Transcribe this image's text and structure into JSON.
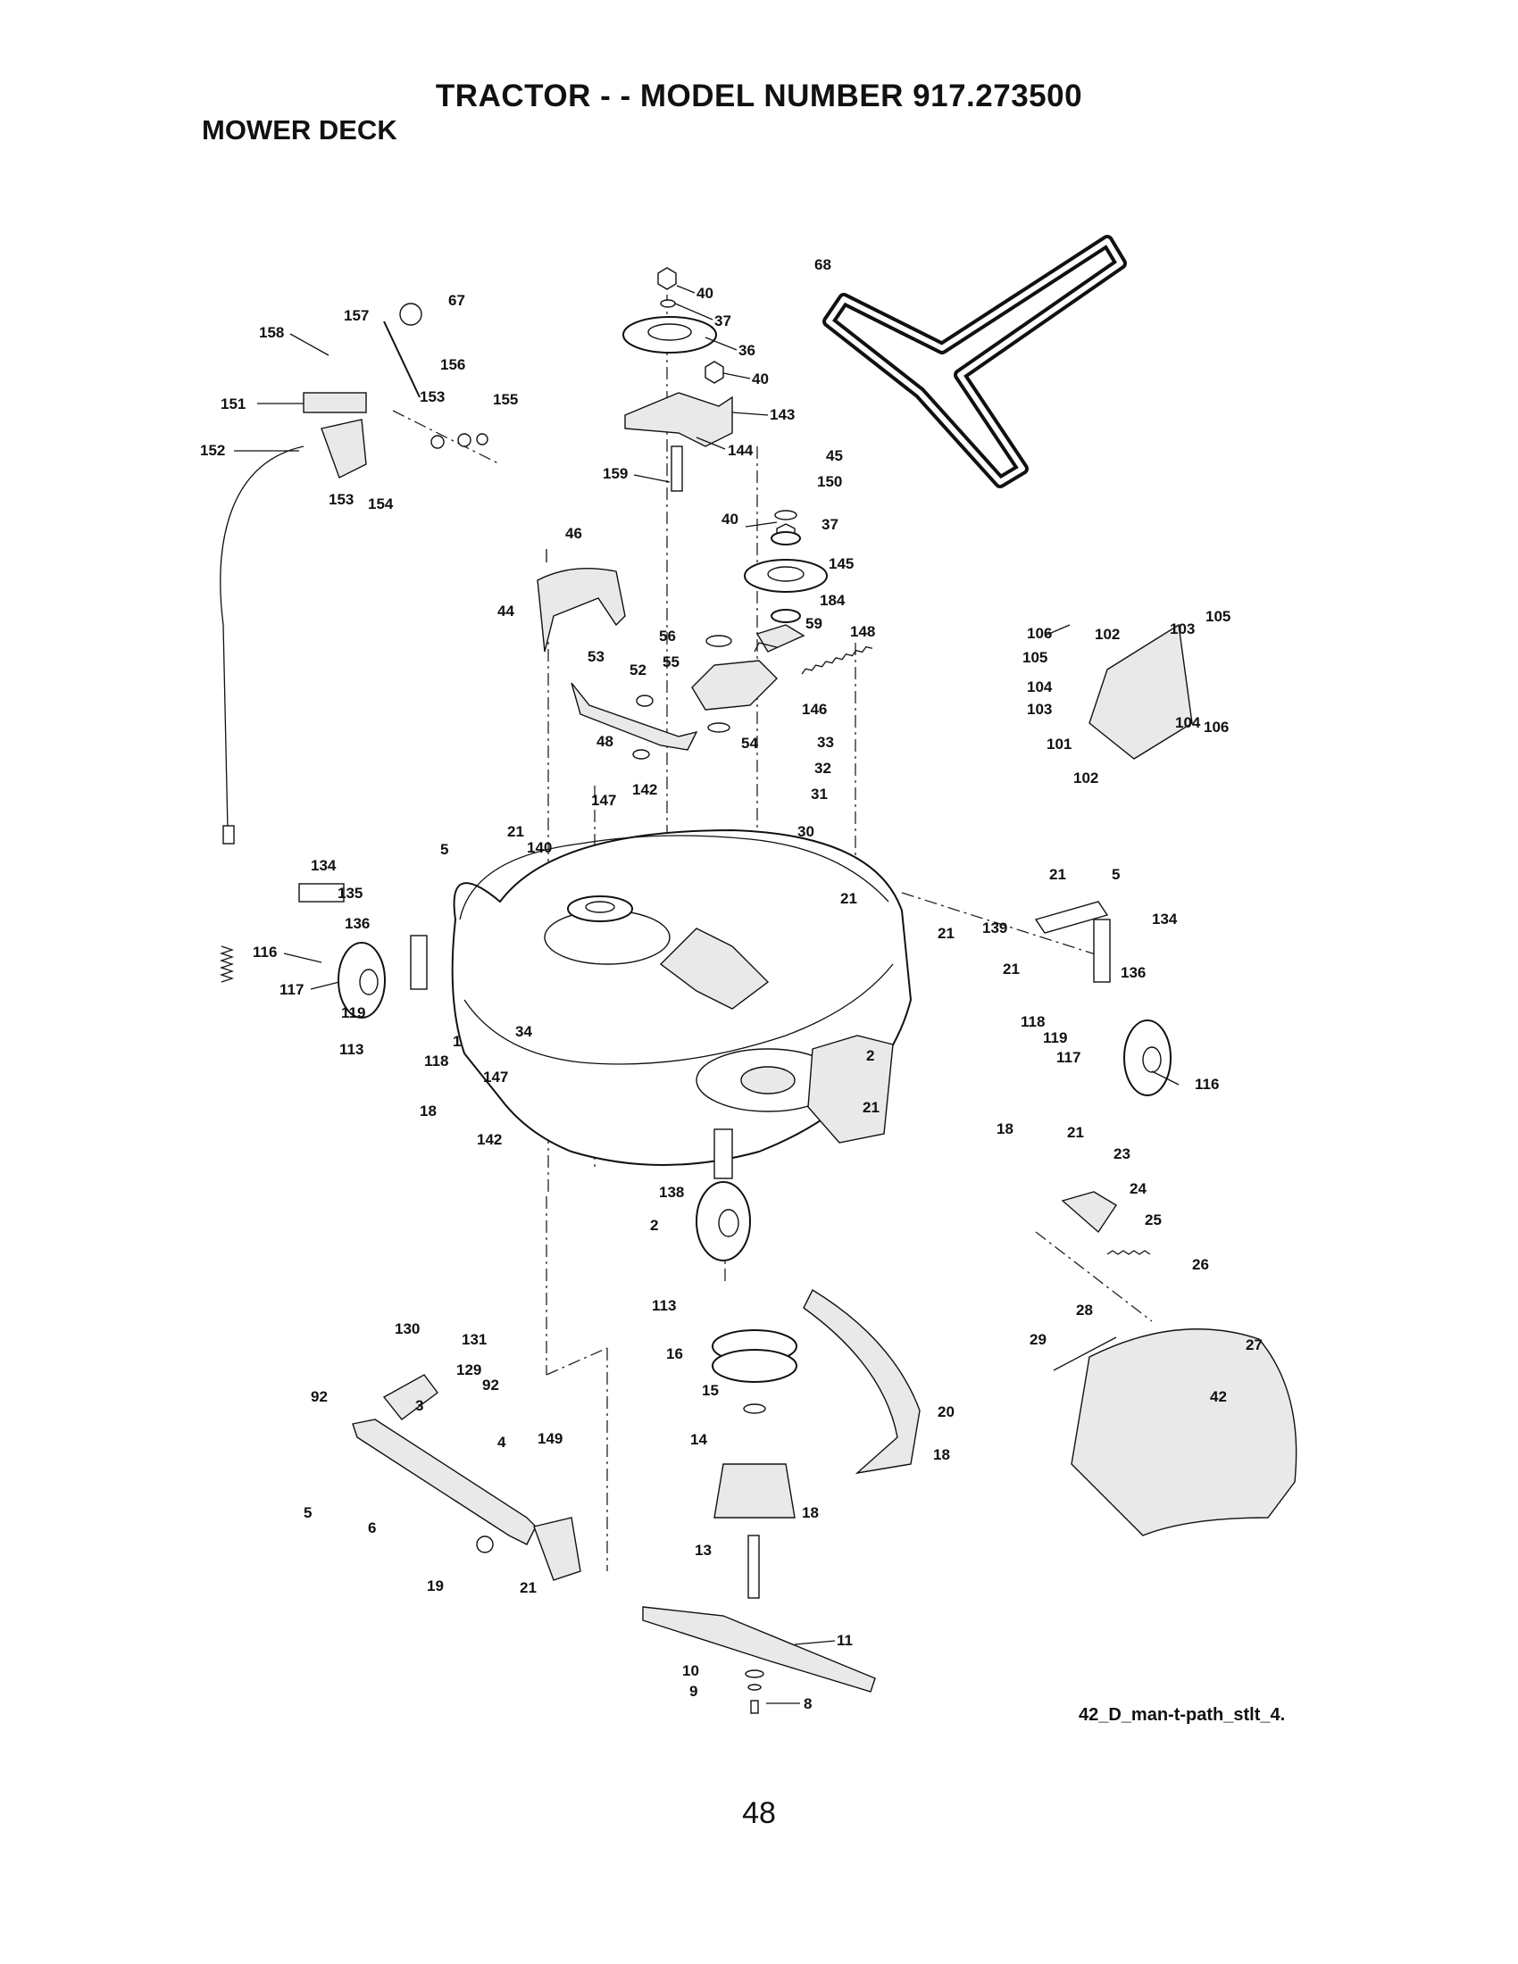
{
  "header": {
    "title": "TRACTOR - - MODEL NUMBER 917.273500",
    "section": "MOWER DECK"
  },
  "footer": {
    "diagram_id": "42_D_man-t-path_stlt_4.",
    "page_number": "48"
  },
  "callouts": {
    "n8": "8",
    "n9": "9",
    "n10": "10",
    "n11": "11",
    "n13": "13",
    "n14": "14",
    "n15": "15",
    "n16": "16",
    "n18": "18",
    "n19": "19",
    "n20": "20",
    "n21": "21",
    "n23": "23",
    "n24": "24",
    "n25": "25",
    "n26": "26",
    "n27": "27",
    "n28": "28",
    "n29": "29",
    "n30": "30",
    "n31": "31",
    "n32": "32",
    "n33": "33",
    "n34": "34",
    "n36": "36",
    "n37": "37",
    "n40": "40",
    "n44": "44",
    "n45": "45",
    "n46": "46",
    "n48": "48",
    "n52": "52",
    "n53": "53",
    "n54": "54",
    "n55": "55",
    "n56": "56",
    "n59": "59",
    "n67": "67",
    "n68": "68",
    "n92": "92",
    "n101": "101",
    "n102": "102",
    "n103": "103",
    "n104": "104",
    "n105": "105",
    "n106": "106",
    "n113": "113",
    "n116": "116",
    "n117": "117",
    "n118": "118",
    "n119": "119",
    "n129": "129",
    "n130": "130",
    "n131": "131",
    "n134": "134",
    "n135": "135",
    "n136": "136",
    "n138": "138",
    "n139": "139",
    "n140": "140",
    "n142": "142",
    "n143": "143",
    "n144": "144",
    "n145": "145",
    "n146": "146",
    "n147": "147",
    "n148": "148",
    "n149": "149",
    "n150": "150",
    "n151": "151",
    "n152": "152",
    "n153": "153",
    "n154": "154",
    "n155": "155",
    "n156": "156",
    "n157": "157",
    "n158": "158",
    "n159": "159",
    "n184": "184",
    "n1": "1",
    "n2": "2",
    "n3": "3",
    "n4": "4",
    "n5": "5",
    "n6": "6"
  },
  "guard_text": "42"
}
